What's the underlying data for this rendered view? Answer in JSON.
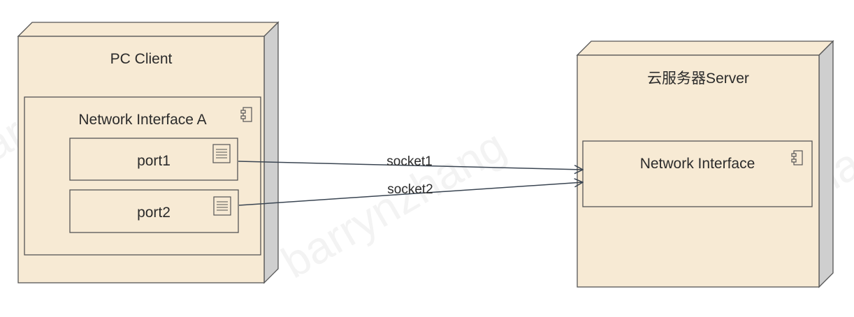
{
  "colors": {
    "node_fill": "#f7ead4",
    "node_side": "#cfcfcf",
    "stroke": "#555555",
    "edge": "#3a4552",
    "watermark": "#e9e9e9"
  },
  "watermark": {
    "text": "barrynzhang"
  },
  "client": {
    "title": "PC Client",
    "network": {
      "title": "Network Interface A",
      "icon": "component-icon",
      "ports": [
        {
          "label": "port1",
          "icon": "document-icon"
        },
        {
          "label": "port2",
          "icon": "document-icon"
        }
      ]
    }
  },
  "server": {
    "title": "云服务器Server",
    "network": {
      "title": "Network Interface",
      "icon": "component-icon"
    }
  },
  "connections": [
    {
      "label": "socket1",
      "from": "port1",
      "to": "Network Interface"
    },
    {
      "label": "socket2",
      "from": "port2",
      "to": "Network Interface"
    }
  ]
}
